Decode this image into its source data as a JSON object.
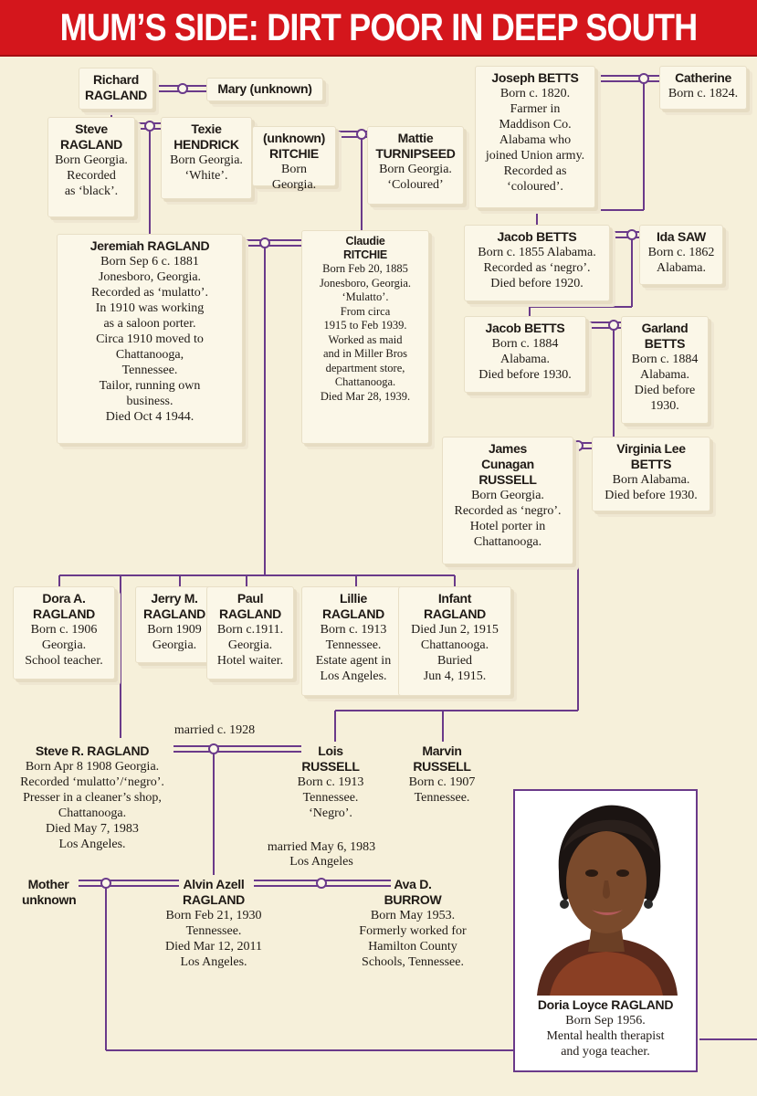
{
  "banner": {
    "title": "MUM’S SIDE: DIRT POOR IN DEEP SOUTH",
    "color": "#d4161c"
  },
  "colors": {
    "line": "#6a3a8a",
    "background": "#f6f0da"
  },
  "people": {
    "richard": {
      "name": "Richard\nRAGLAND",
      "desc": ""
    },
    "mary": {
      "name": "Mary (unknown)",
      "desc": ""
    },
    "steve": {
      "name": "Steve\nRAGLAND",
      "desc": "Born Georgia.\nRecorded\nas ‘black’."
    },
    "texie": {
      "name": "Texie\nHENDRICK",
      "desc": "Born Georgia.\n‘White’."
    },
    "ritchie": {
      "name": "(unknown)\nRITCHIE",
      "desc": "Born Georgia."
    },
    "mattie": {
      "name": "Mattie\nTURNIPSEED",
      "desc": "Born Georgia.\n‘Coloured’"
    },
    "joseph": {
      "name": "Joseph BETTS",
      "desc": "Born c. 1820.\nFarmer in\nMaddison Co.\nAlabama who\njoined Union army.\nRecorded as\n‘coloured’."
    },
    "catherine": {
      "name": "Catherine",
      "desc": "Born c. 1824."
    },
    "jeremiah": {
      "name": "Jeremiah RAGLAND",
      "desc": "Born Sep 6 c. 1881\nJonesboro, Georgia.\nRecorded as ‘mulatto’.\nIn 1910 was working\nas a saloon porter.\nCirca 1910 moved to\nChattanooga,\nTennessee.\nTailor, running own\nbusiness.\nDied Oct 4 1944."
    },
    "claudie": {
      "name": "Claudie\nRITCHIE",
      "desc": "Born Feb 20, 1885\nJonesboro, Georgia.\n‘Mulatto’.\nFrom circa\n1915 to Feb 1939.\nWorked as maid\nand in Miller Bros\ndepartment store,\nChattanooga.\nDied Mar 28, 1939."
    },
    "jacob1": {
      "name": "Jacob BETTS",
      "desc": "Born c. 1855 Alabama.\nRecorded as ‘negro’.\nDied before 1920."
    },
    "ida": {
      "name": "Ida SAW",
      "desc": "Born c. 1862\nAlabama."
    },
    "jacob2": {
      "name": "Jacob BETTS",
      "desc": "Born c. 1884\nAlabama.\nDied before 1930."
    },
    "garland": {
      "name": "Garland\nBETTS",
      "desc": "Born c. 1884\nAlabama.\nDied before\n1930."
    },
    "james": {
      "name": "James\nCunagan\nRUSSELL",
      "desc": "Born Georgia.\nRecorded as ‘negro’.\nHotel porter in\nChattanooga."
    },
    "virginia": {
      "name": "Virginia Lee\nBETTS",
      "desc": "Born Alabama.\nDied before 1930."
    },
    "dora": {
      "name": "Dora A.\nRAGLAND",
      "desc": "Born c. 1906\nGeorgia.\nSchool teacher."
    },
    "jerry": {
      "name": "Jerry M.\nRAGLAND",
      "desc": "Born 1909\nGeorgia."
    },
    "paul": {
      "name": "Paul\nRAGLAND",
      "desc": "Born c.1911.\nGeorgia.\nHotel waiter."
    },
    "lillie": {
      "name": "Lillie\nRAGLAND",
      "desc": "Born c. 1913\nTennessee.\nEstate agent in\nLos Angeles."
    },
    "infant": {
      "name": "Infant\nRAGLAND",
      "desc": "Died Jun 2, 1915\nChattanooga.\nBuried\nJun 4, 1915."
    },
    "stever": {
      "name": "Steve R. RAGLAND",
      "desc": "Born Apr 8 1908 Georgia.\nRecorded ‘mulatto’/‘negro’.\nPresser in a cleaner’s shop,\nChattanooga.\nDied May 7, 1983\nLos Angeles."
    },
    "lois": {
      "name": "Lois\nRUSSELL",
      "desc": "Born c. 1913\nTennessee.\n‘Negro’."
    },
    "marvin": {
      "name": "Marvin\nRUSSELL",
      "desc": "Born c. 1907\nTennessee."
    },
    "mother": {
      "name": "Mother\nunknown",
      "desc": ""
    },
    "alvin": {
      "name": "Alvin Azell\nRAGLAND",
      "desc": "Born Feb 21, 1930\nTennessee.\nDied Mar 12, 2011\nLos Angeles."
    },
    "ava": {
      "name": "Ava D.\nBURROW",
      "desc": "Born May 1953.\nFormerly worked for\nHamilton County\nSchools, Tennessee."
    },
    "doria": {
      "name": "Doria Loyce RAGLAND",
      "desc": "Born Sep 1956.\nMental health therapist\nand yoga teacher."
    }
  },
  "marriages": {
    "steve_lois": "married c. 1928",
    "alvin_ava": "married May 6, 1983\nLos Angeles"
  }
}
